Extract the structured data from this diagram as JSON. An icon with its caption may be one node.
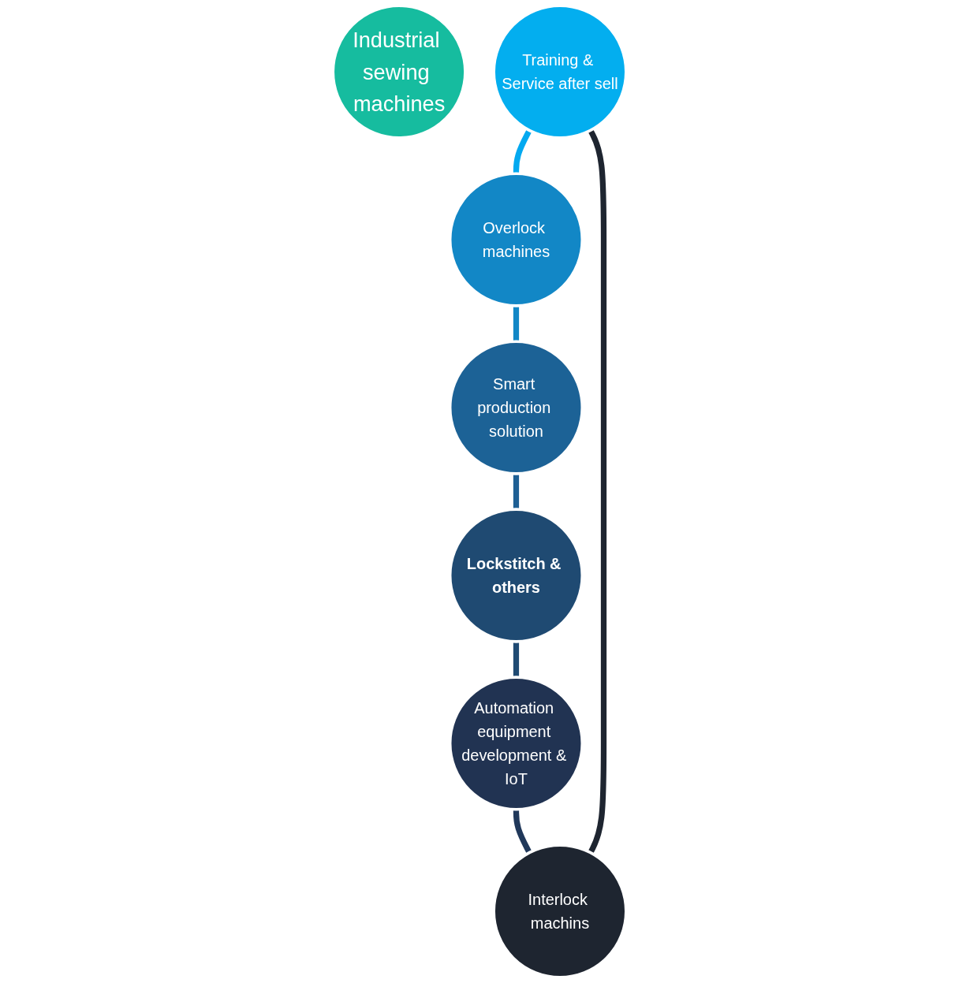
{
  "diagram": {
    "nodes": [
      {
        "text": [
          "Industrial sewing machines"
        ]
      },
      {
        "text": [
          "Training & Service after sell"
        ]
      },
      {
        "text": [
          "Overlock machines"
        ]
      },
      {
        "text": [
          "Smart production solution"
        ]
      },
      {
        "text": [
          "Lockstitch & others"
        ]
      },
      {
        "text": [
          "Automation equipment development & IoT"
        ]
      },
      {
        "text": [
          "Interlock machins"
        ]
      }
    ],
    "edges": [
      {
        "from": 1,
        "to": 2,
        "arrow": "none",
        "color": "#03a9f0"
      },
      {
        "from": 2,
        "to": 3,
        "arrow": "none",
        "color": "#1287c6"
      },
      {
        "from": 3,
        "to": 4,
        "arrow": "none",
        "color": "#1e5f94"
      },
      {
        "from": 4,
        "to": 5,
        "arrow": "none",
        "color": "#1f4a72"
      },
      {
        "from": 5,
        "to": 6,
        "arrow": "none",
        "color": "#20385a"
      },
      {
        "from": 6,
        "to": 1,
        "arrow": "none",
        "color": "#1e2530"
      }
    ]
  }
}
